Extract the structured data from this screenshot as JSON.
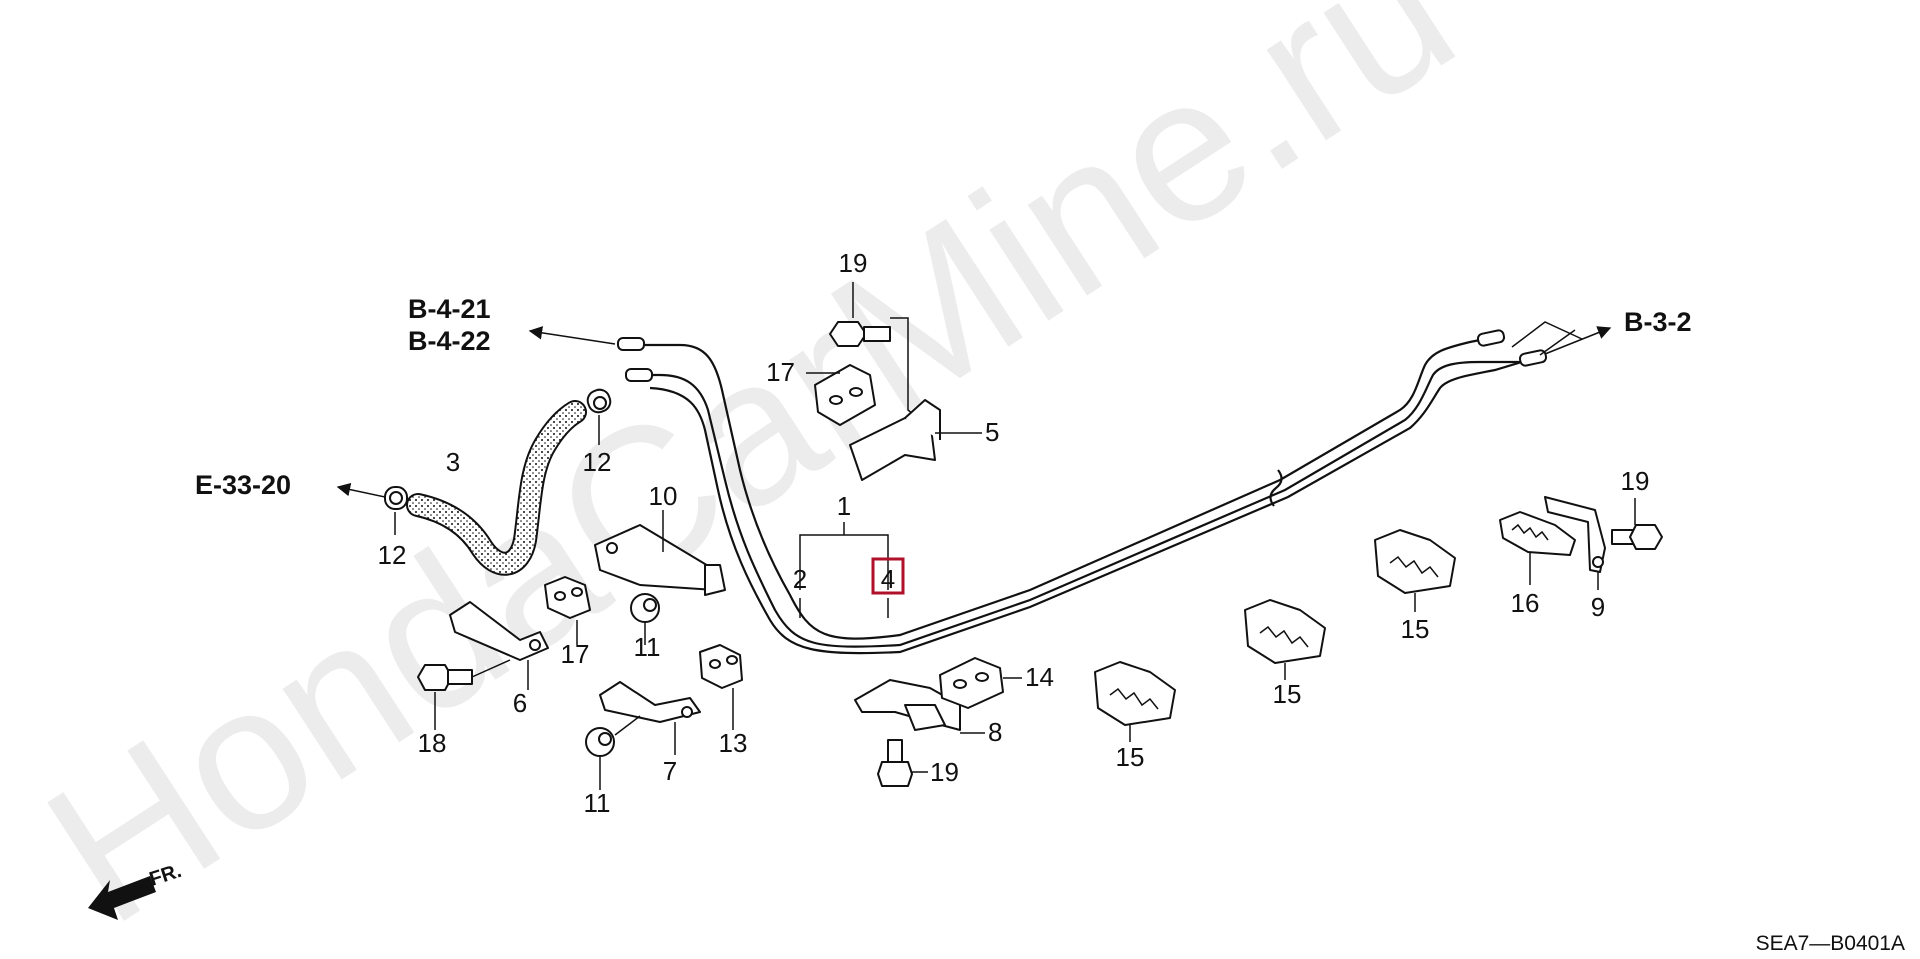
{
  "watermark": "HondaCarMine.ru",
  "diagram_code": "SEA7—B0401A",
  "direction_label": "FR.",
  "references": {
    "b4_21": "B-4-21",
    "b4_22": "B-4-22",
    "b3_2": "B-3-2",
    "e33_20": "E-33-20"
  },
  "callouts": {
    "c1": "1",
    "c2": "2",
    "c3": "3",
    "c4": "4",
    "c5": "5",
    "c6": "6",
    "c7": "7",
    "c8": "8",
    "c9": "9",
    "c10": "10",
    "c11a": "11",
    "c11b": "11",
    "c12a": "12",
    "c12b": "12",
    "c13": "13",
    "c14": "14",
    "c15a": "15",
    "c15b": "15",
    "c15c": "15",
    "c16": "16",
    "c17a": "17",
    "c17b": "17",
    "c18": "18",
    "c19a": "19",
    "c19b": "19",
    "c19c": "19"
  },
  "highlighted_part": "4",
  "colors": {
    "highlight": "#b0102a",
    "line": "#111111",
    "watermark": "#ececec"
  }
}
